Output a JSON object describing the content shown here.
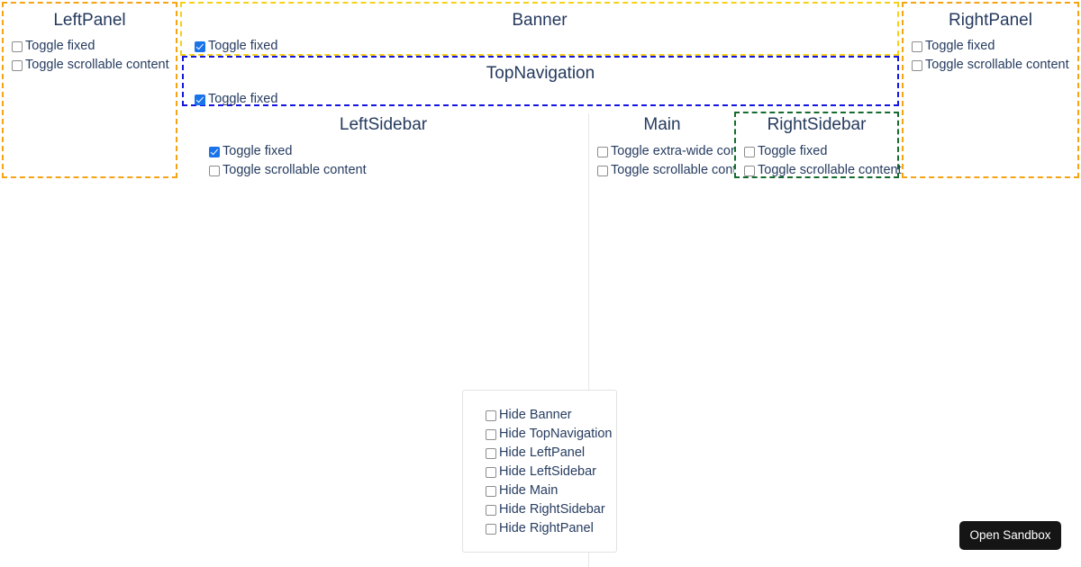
{
  "regions": {
    "left_panel": {
      "title": "LeftPanel",
      "options": [
        {
          "label": "Toggle fixed",
          "checked": false
        },
        {
          "label": "Toggle scrollable content",
          "checked": false
        }
      ]
    },
    "banner": {
      "title": "Banner",
      "options": [
        {
          "label": "Toggle fixed",
          "checked": true
        }
      ]
    },
    "top_navigation": {
      "title": "TopNavigation",
      "options": [
        {
          "label": "Toggle fixed",
          "checked": true
        }
      ]
    },
    "right_panel": {
      "title": "RightPanel",
      "options": [
        {
          "label": "Toggle fixed",
          "checked": false
        },
        {
          "label": "Toggle scrollable content",
          "checked": false
        }
      ]
    },
    "left_sidebar": {
      "title": "LeftSidebar",
      "options": [
        {
          "label": "Toggle fixed",
          "checked": true
        },
        {
          "label": "Toggle scrollable content",
          "checked": false
        }
      ]
    },
    "main": {
      "title": "Main",
      "options": [
        {
          "label": "Toggle extra-wide content",
          "checked": false
        },
        {
          "label": "Toggle scrollable content",
          "checked": false
        }
      ]
    },
    "right_sidebar": {
      "title": "RightSidebar",
      "options": [
        {
          "label": "Toggle fixed",
          "checked": false
        },
        {
          "label": "Toggle scrollable content",
          "checked": false
        }
      ]
    }
  },
  "hide_controls": {
    "options": [
      {
        "label": "Hide Banner",
        "checked": false
      },
      {
        "label": "Hide TopNavigation",
        "checked": false
      },
      {
        "label": "Hide LeftPanel",
        "checked": false
      },
      {
        "label": "Hide LeftSidebar",
        "checked": false
      },
      {
        "label": "Hide Main",
        "checked": false
      },
      {
        "label": "Hide RightSidebar",
        "checked": false
      },
      {
        "label": "Hide RightPanel",
        "checked": false
      }
    ]
  },
  "sandbox_button": {
    "label": "Open Sandbox"
  },
  "colors": {
    "panel_border": "#f5a414",
    "banner_border": "#f7d117",
    "topnav_border": "#1415e0",
    "rightsidebar_border": "#156b2e",
    "text": "#253a5e",
    "checkbox_checked": "#1a73e8",
    "sandbox_button_bg": "#151515",
    "divider": "#e7e7e7"
  }
}
